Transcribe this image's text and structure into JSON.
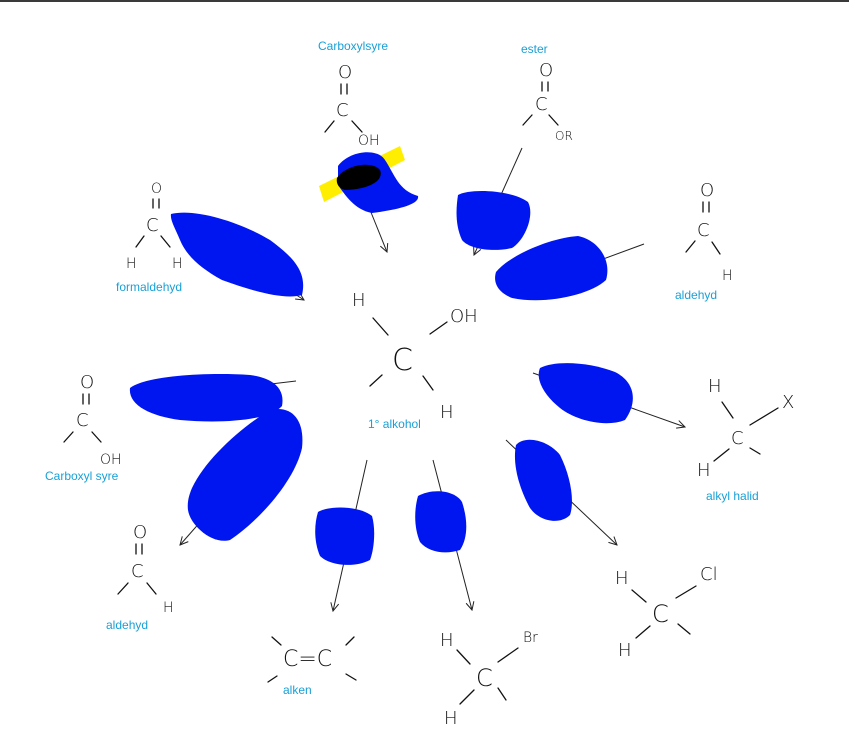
{
  "center": {
    "h_top": "H",
    "oh": "OH",
    "c": "C",
    "h_bottom": "H",
    "label": "1° alkohol"
  },
  "products": {
    "carboxylsyre_top": {
      "label": "Carboxylsyre",
      "o": "O",
      "c": "C",
      "oh": "OH"
    },
    "ester": {
      "label": "ester",
      "o": "O",
      "c": "C",
      "or": "OR"
    },
    "formaldehyd": {
      "label": "formaldehyd",
      "o": "O",
      "c": "C",
      "h1": "H",
      "h2": "H"
    },
    "aldehyd_right": {
      "label": "aldehyd",
      "o": "O",
      "c": "C",
      "h": "H"
    },
    "carboxylsyre_left": {
      "label": "Carboxyl syre",
      "o": "O",
      "c": "C",
      "oh": "OH"
    },
    "alkylhalid": {
      "label": "alkyl halid",
      "h1": "H",
      "c": "C",
      "x": "X",
      "h2": "H"
    },
    "aldehyd_left": {
      "label": "aldehyd",
      "o": "O",
      "c": "C",
      "h": "H"
    },
    "alken": {
      "label": "alken",
      "formula": "C=C"
    },
    "bromide": {
      "h1": "H",
      "c": "C",
      "br": "Br",
      "h2": "H"
    },
    "chloride": {
      "h1": "H",
      "c": "C",
      "cl": "Cl",
      "h2": "H"
    }
  },
  "colors": {
    "label": "#1aa0d6",
    "scribble": "#0016f0",
    "highlight": "#ffee00"
  }
}
